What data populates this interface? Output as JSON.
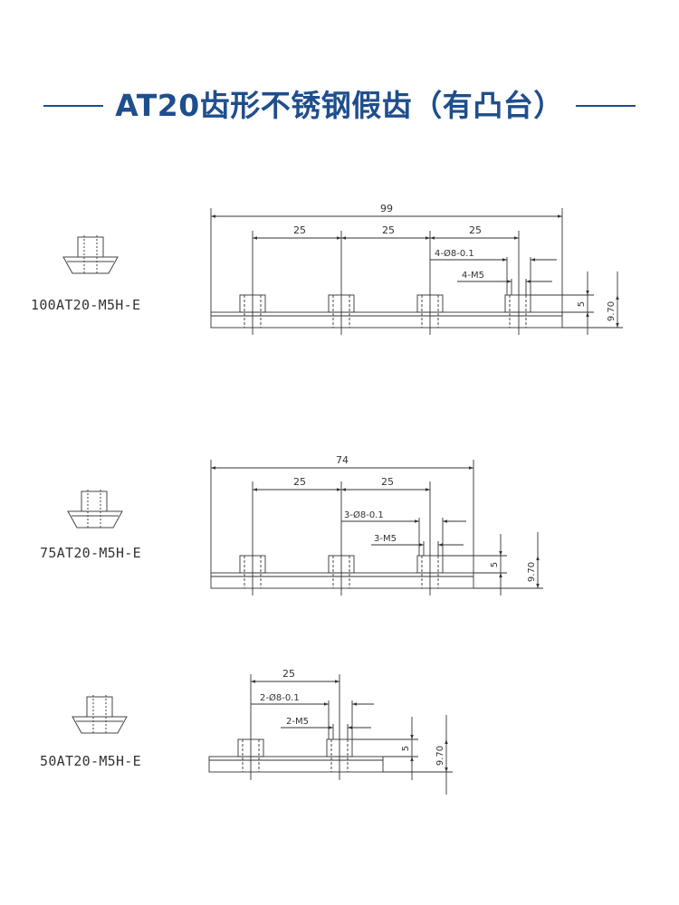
{
  "title": "AT20齿形不锈钢假齿（有凸台）",
  "drawings": [
    {
      "model": "100AT20-M5H-E",
      "total_length": "99",
      "pitches": [
        "25",
        "25",
        "25"
      ],
      "hole_spec": "4-Ø8-0.1",
      "thread_spec": "4-M5",
      "boss_height": "5",
      "total_height": "9.70"
    },
    {
      "model": "75AT20-M5H-E",
      "total_length": "74",
      "pitches": [
        "25",
        "25"
      ],
      "hole_spec": "3-Ø8-0.1",
      "thread_spec": "3-M5",
      "boss_height": "5",
      "total_height": "9.70"
    },
    {
      "model": "50AT20-M5H-E",
      "pitches": [
        "25"
      ],
      "hole_spec": "2-Ø8-0.1",
      "thread_spec": "2-M5",
      "boss_height": "5",
      "total_height": "9.70"
    }
  ]
}
